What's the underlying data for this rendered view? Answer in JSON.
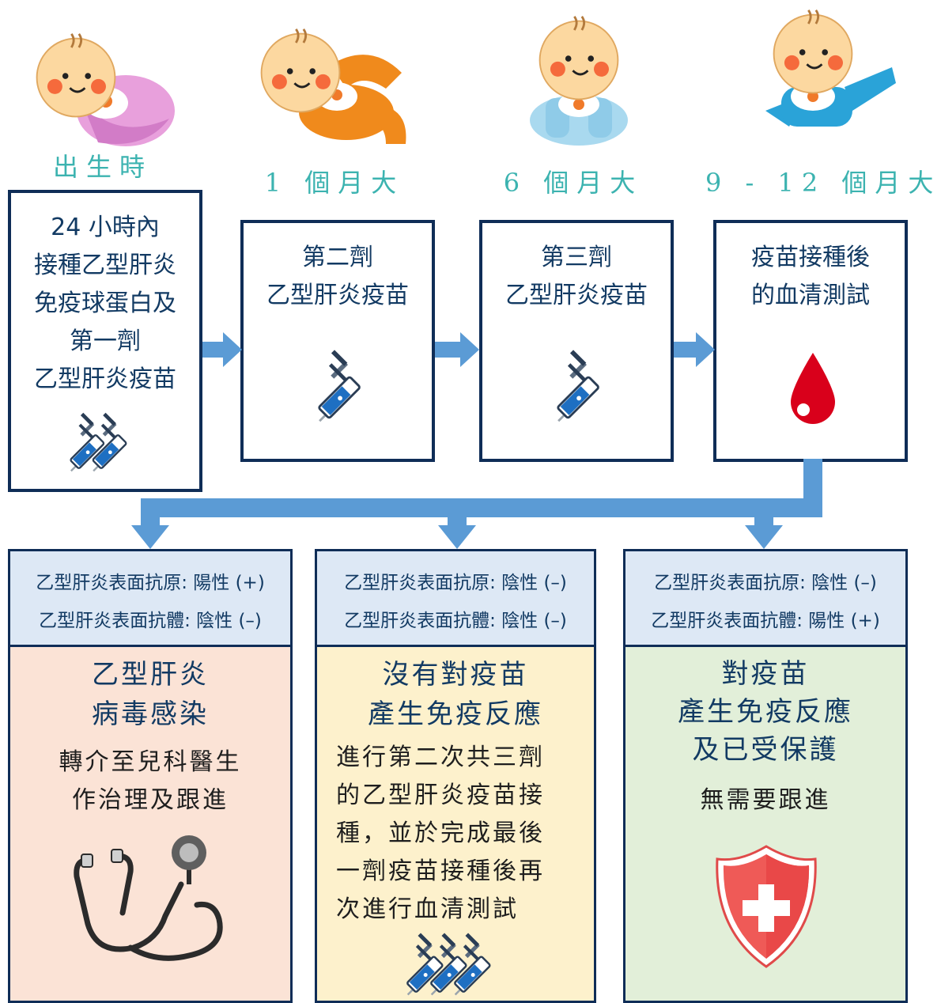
{
  "stages": [
    {
      "label": "出生時"
    },
    {
      "label": "1 個月大"
    },
    {
      "label": "6 個月大"
    },
    {
      "label": "9 - 12 個月大"
    }
  ],
  "boxes": [
    {
      "lines": [
        "24 小時內",
        "接種乙型肝炎",
        "免疫球蛋白及",
        "第一劑",
        "乙型肝炎疫苗"
      ],
      "icon": "syringe-pair-icon"
    },
    {
      "lines": [
        "第二劑",
        "乙型肝炎疫苗"
      ],
      "icon": "syringe-icon"
    },
    {
      "lines": [
        "第三劑",
        "乙型肝炎疫苗"
      ],
      "icon": "syringe-icon"
    },
    {
      "lines": [
        "疫苗接種後",
        "的血清測試"
      ],
      "icon": "blood-drop-icon"
    }
  ],
  "outcomes": [
    {
      "antigen": "乙型肝炎表面抗原:  陽性  (+)",
      "antibody": "乙型肝炎表面抗體:  陰性  (–)",
      "title": [
        "乙型肝炎",
        "病毒感染"
      ],
      "desc": [
        "轉介至兒科醫生",
        "作治理及跟進"
      ],
      "icon": "stethoscope-icon",
      "bg": "#fbe3d6"
    },
    {
      "antigen": "乙型肝炎表面抗原:  陰性  (–)",
      "antibody": "乙型肝炎表面抗體:  陰性  (–)",
      "title": [
        "沒有對疫苗",
        "產生免疫反應"
      ],
      "desc": [
        "進行第二次共三劑",
        "的乙型肝炎疫苗接",
        "種，並於完成最後",
        "一劑疫苗接種後再",
        "次進行血清測試"
      ],
      "icon": "syringe-triple-icon",
      "bg": "#fdf1cc"
    },
    {
      "antigen": "乙型肝炎表面抗原:  陰性  (–)",
      "antibody": "乙型肝炎表面抗體:  陽性  (+)",
      "title": [
        "對疫苗",
        "產生免疫反應",
        "及已受保護"
      ],
      "desc": [
        "無需要跟進"
      ],
      "icon": "shield-cross-icon",
      "bg": "#e2efd9"
    }
  ],
  "colors": {
    "arrow": "#5b9bd5",
    "border": "#0f2d57",
    "stage_label": "#3cb3b0",
    "header_bg": "#dde8f5"
  }
}
